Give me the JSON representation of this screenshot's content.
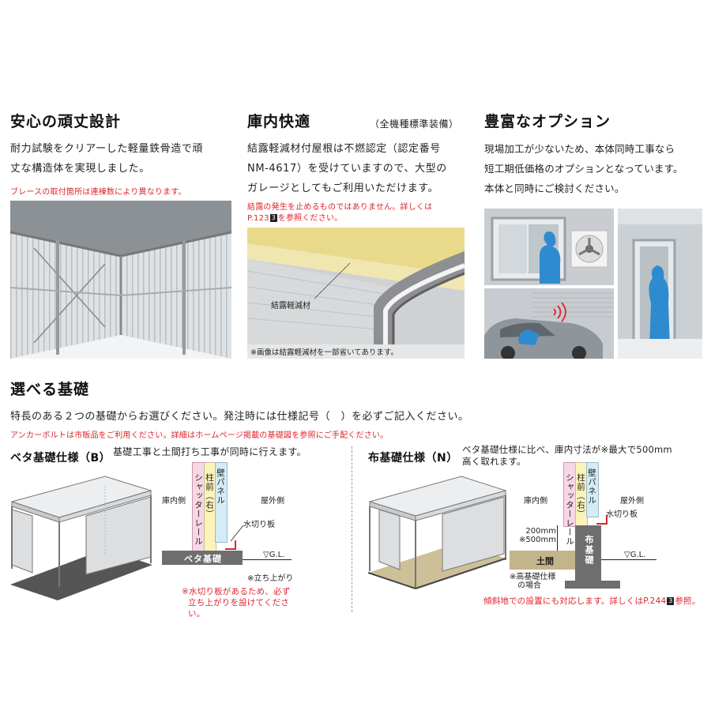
{
  "sections": {
    "strength": {
      "title": "安心の頑丈設計",
      "body": [
        "耐力試験をクリアーした軽量鉄骨造で頑",
        "丈な構造体を実現しました。"
      ],
      "note": "ブレースの取付箇所は連棟数により異なります。"
    },
    "comfort": {
      "title": "庫内快適",
      "badge": "（全機種標準装備）",
      "body": [
        "結露軽減材付屋根は不燃認定（認定番号",
        "NM-4617）を受けていますので、大型の",
        "ガレージとしてもご利用いただけます。"
      ],
      "note1": "結露の発生を止めるものではありません。詳しくは",
      "note2_pre": "P.123",
      "note2_badge": "3",
      "note2_post": "を参照ください。",
      "photo_label": "結露軽減材",
      "photo_caption": "※画像は結露軽減材を一部省いてあります。"
    },
    "options": {
      "title": "豊富なオプション",
      "body": [
        "現場加工が少ないため、本体同時工事なら",
        "短工期低価格のオプションとなっています。",
        "本体と同時にご検討ください。"
      ]
    },
    "foundation": {
      "title": "選べる基礎",
      "intro": "特長のある２つの基礎からお選びください。発注時には仕様記号（　）を必ずご記入ください。",
      "note": "アンカーボルトは市販品をご利用ください。詳細はホームページ掲載の基礎図を参照にご手配ください。"
    },
    "beta": {
      "title": "ベタ基礎仕様（B）",
      "desc": "基礎工事と土間打ち工事が同時に行えます。",
      "label_inside": "庫内側",
      "label_outside": "屋外側",
      "col1": "シャッターレール",
      "col2": "柱前（右）",
      "col3": "壁パネル",
      "mizukiri": "水切り板",
      "gl": "▽G.L.",
      "base": "ベタ基礎",
      "tachiagari": "※立ち上がり",
      "note1": "※水切り板があるため、必ず",
      "note2": "立ち上がりを設けてください。"
    },
    "nuno": {
      "title": "布基礎仕様（N）",
      "desc1": "ベタ基礎仕様に比べ、庫内寸法が※最大で500mm",
      "desc2": "高く取れます。",
      "label_inside": "庫内側",
      "label_outside": "屋外側",
      "col1": "シャッターレール",
      "col2": "柱前（右）",
      "col3": "壁パネル",
      "mizukiri": "水切り板",
      "dim1": "200mm",
      "dim2": "※500mm",
      "gl": "▽G.L.",
      "doma": "土間",
      "base": "布基礎",
      "high1": "※高基礎仕様",
      "high2": "の場合",
      "slope_pre": "傾斜地での設置にも対応します。詳しくはP.244",
      "slope_badge": "3",
      "slope_post": "参照。"
    }
  },
  "colors": {
    "red": "#e0242b",
    "pink": "#f7d7e6",
    "yellow": "#fbf3b8",
    "blue": "#d5ebf5",
    "base": "#6e6e6e"
  }
}
